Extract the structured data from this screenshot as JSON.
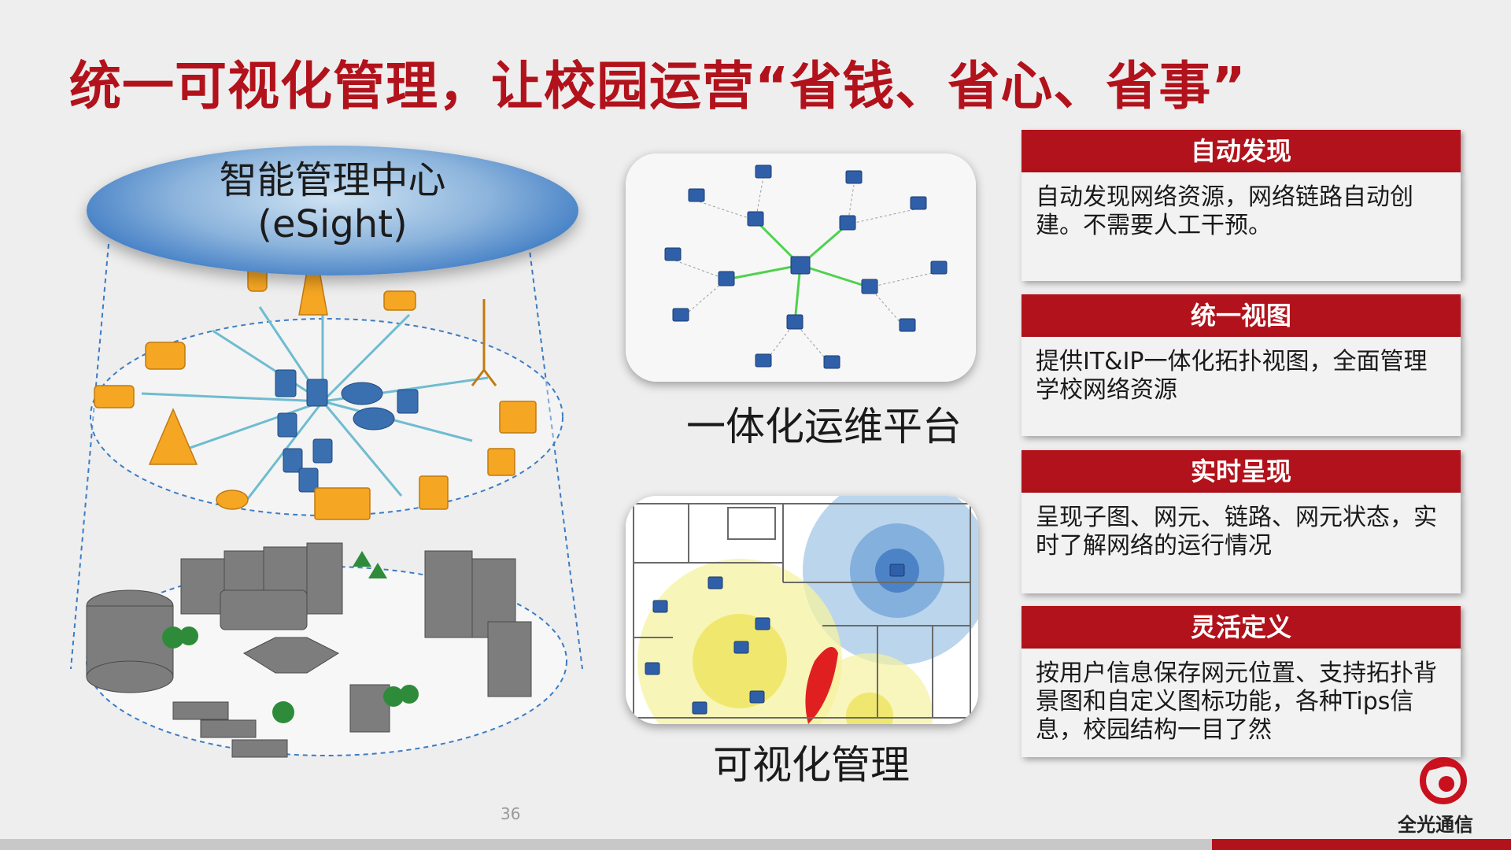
{
  "slide": {
    "title": "统一可视化管理，让校园运营“省钱、省心、省事”",
    "page_number": "36"
  },
  "illustration": {
    "center_label_line1": "智能管理中心",
    "center_label_line2": "(eSight)"
  },
  "panels": {
    "topology_caption": "一体化运维平台",
    "visual_caption": "可视化管理"
  },
  "cards": [
    {
      "title": "自动发现",
      "text": "自动发现网络资源，网络链路自动创建。不需要人工干预。"
    },
    {
      "title": "统一视图",
      "text": "提供IT&IP一体化拓扑视图，全面管理学校网络资源"
    },
    {
      "title": "实时呈现",
      "text": "呈现子图、网元、链路、网元状态，实时了解网络的运行情况"
    },
    {
      "title": "灵活定义",
      "text": "按用户信息保存网元位置、支持拓扑背景图和自定义图标功能，各种Tips信息，校园结构一目了然"
    }
  ],
  "logo": {
    "text": "全光通信"
  },
  "colors": {
    "accent": "#b2121b",
    "link_green": "#4fd14f",
    "disk_blue": "#3b79c3"
  }
}
